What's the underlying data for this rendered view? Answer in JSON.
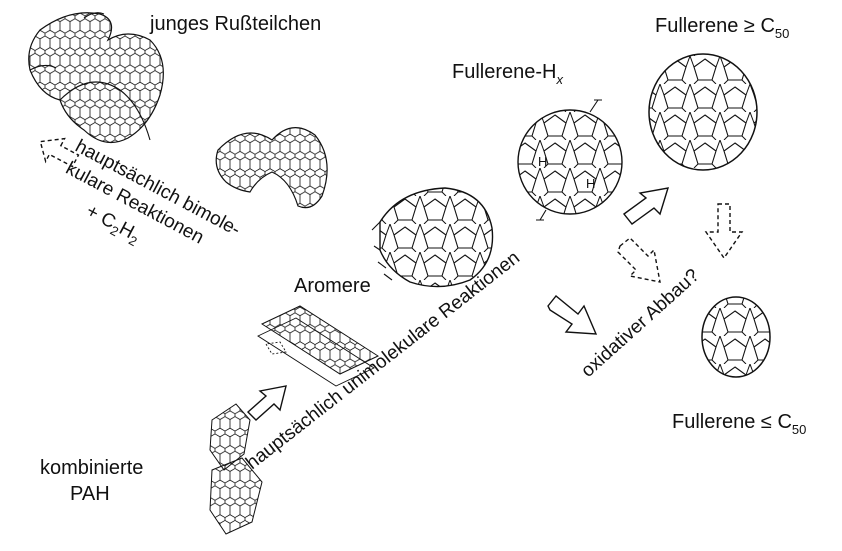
{
  "labels": {
    "soot": "junges Rußteilchen",
    "fullerene_hx": "Fullerene-H",
    "fullerene_hx_sub": "x",
    "fullerene_large": "Fullerene ≥ C",
    "fullerene_large_sub": "50",
    "fullerene_small": "Fullerene ≤ C",
    "fullerene_small_sub": "50",
    "aromere": "Aromere",
    "pah_line1": "kombinierte",
    "pah_line2": "PAH",
    "oxidative": "oxidativer Abbau?",
    "unimolecular": "hauptsächlich unimolekulare Reaktionen",
    "bimol_line1": "hauptsächlich bimole-",
    "bimol_line2": "kulare Reaktionen",
    "bimol_line3_prefix": "+ C",
    "bimol_line3_sub1": "2",
    "bimol_line3_mid": "H",
    "bimol_line3_sub2": "2",
    "h_marker": "H"
  }
}
